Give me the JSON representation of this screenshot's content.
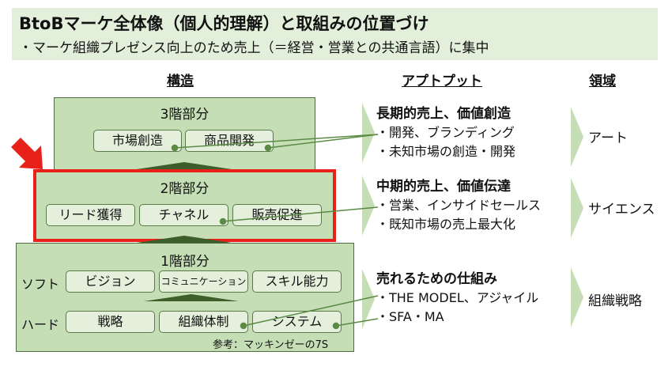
{
  "title": "BtoBマーケ全体像（個人的理解）と取組みの位置づけ",
  "subtitle": "・マーケ組織プレゼンス向上のため売上（＝経営・営業との共通言語）に集中",
  "headers": {
    "structure": "構造",
    "output": "アプトプット",
    "domain": "領域"
  },
  "tiers": [
    {
      "label": "3階部分",
      "cells": [
        "市場創造",
        "商品開発"
      ]
    },
    {
      "label": "2階部分",
      "cells": [
        "リード獲得",
        "チャネル",
        "販売促進"
      ]
    },
    {
      "label": "1階部分",
      "soft_label": "ソフト",
      "soft": [
        "ビジョン",
        "コミュニケーション",
        "スキル能力"
      ],
      "hard_label": "ハード",
      "hard": [
        "戦略",
        "組織体制",
        "システム"
      ],
      "reference": "参考：マッキンゼーの7S"
    }
  ],
  "outputs": [
    {
      "heading": "長期的売上、価値創造",
      "items": [
        "・開発、ブランディング",
        "・未知市場の創造・開発"
      ],
      "domain": "アート"
    },
    {
      "heading": "中期的売上、価値伝達",
      "items": [
        "・営業、インサイドセールス",
        "・既知市場の売上最大化"
      ],
      "domain": "サイエンス"
    },
    {
      "heading": "売れるための仕組み",
      "items": [
        "・THE MODEL、アジャイル",
        "・SFA・MA"
      ],
      "domain": "組織戦略"
    }
  ],
  "colors": {
    "tier": "#c5deb5",
    "cell": "#e4f0dc",
    "highlight": "#e8221b",
    "connector": "#5a8a44",
    "banner": "#e2efda"
  }
}
